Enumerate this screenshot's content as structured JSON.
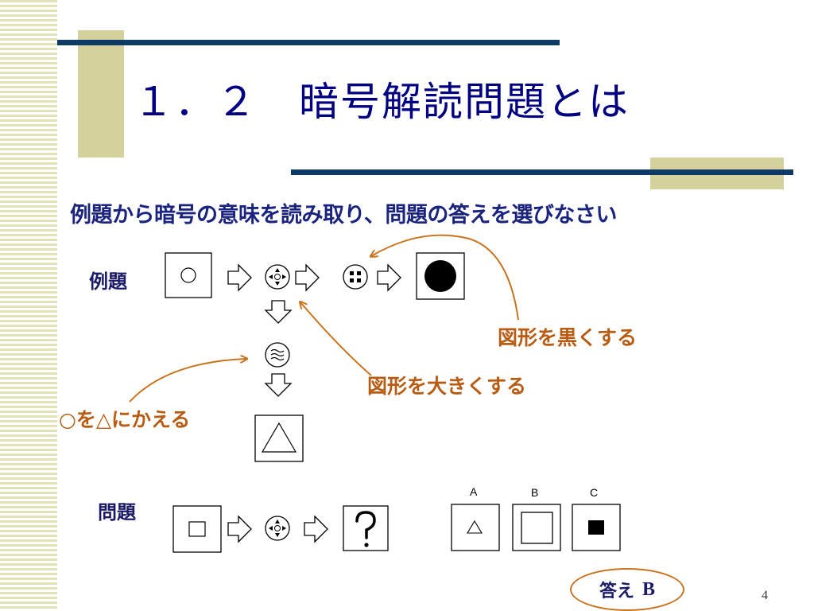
{
  "slide": {
    "title": "１．２　暗号解読問題とは",
    "instruction": "例題から暗号の意味を読み取り、問題の答えを選びなさい",
    "page_number": "4"
  },
  "example": {
    "label": "例題",
    "annotations": {
      "make_black": "図形を黒くする",
      "make_bigger": "図形を大きくする",
      "circle_to_triangle": "○を△にかえる"
    }
  },
  "problem": {
    "label": "問題",
    "options": [
      {
        "letter": "A"
      },
      {
        "letter": "B"
      },
      {
        "letter": "C"
      }
    ]
  },
  "answer": {
    "label": "答え",
    "value": "B"
  },
  "colors": {
    "title": "#000080",
    "accent_bar": "#0d3b66",
    "tan_block": "#d4d19c",
    "annotation": "#b85c14",
    "stripe": "#e3e2b8"
  }
}
